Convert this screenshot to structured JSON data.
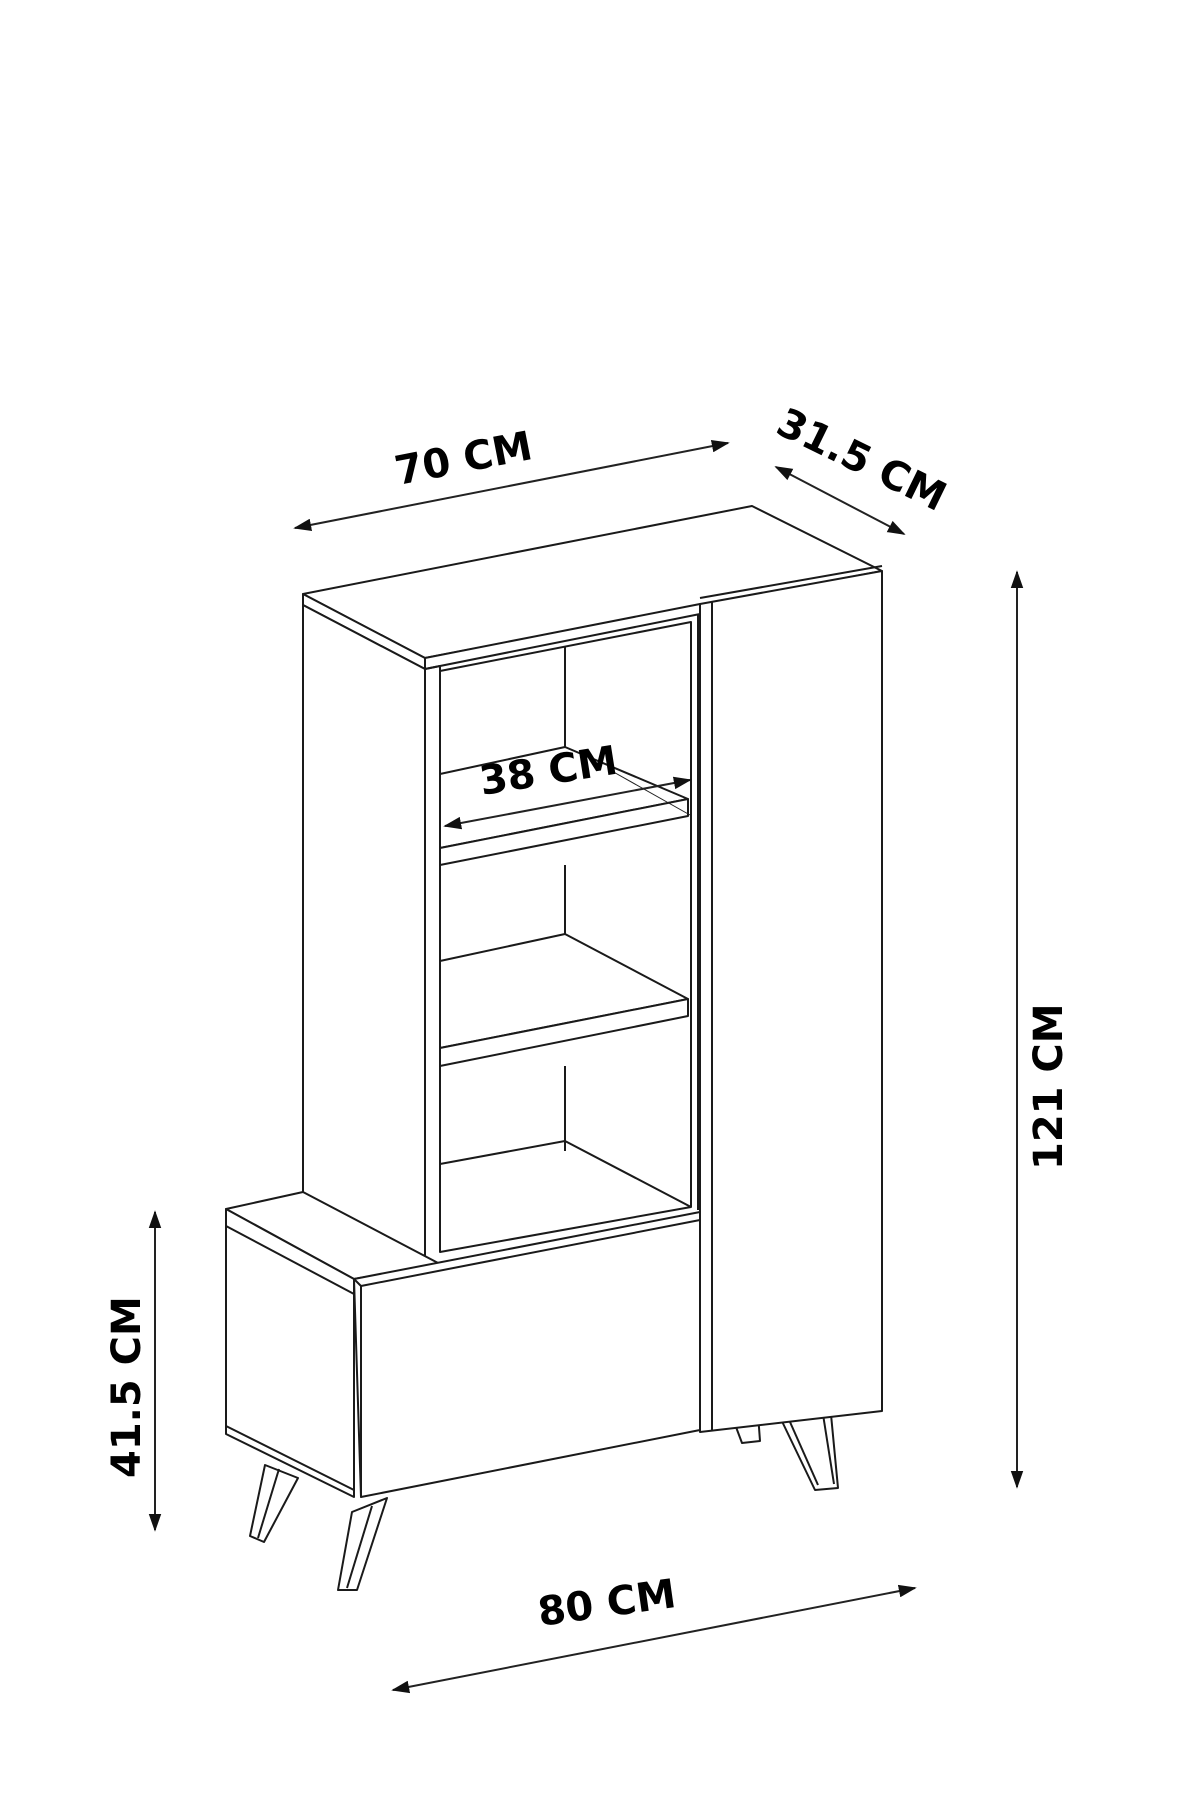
{
  "diagram": {
    "subject": "Bookcase cabinet with open shelves, door cabinets and angled legs",
    "line_color": "#1a1a1a",
    "background": "#ffffff",
    "dimensions": {
      "width_top": "70 CM",
      "depth": "31.5 CM",
      "shelf_width": "38 CM",
      "height_total": "121 CM",
      "height_low_cabinet": "41.5 CM",
      "width_bottom": "80 CM"
    }
  }
}
